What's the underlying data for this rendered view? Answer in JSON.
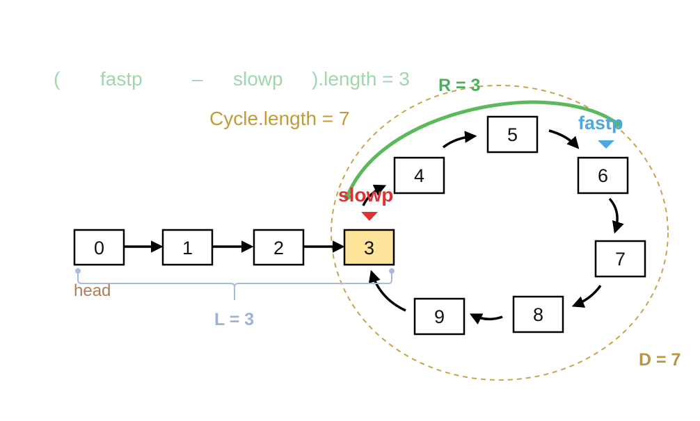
{
  "formula": {
    "open": "(",
    "fast": "fastp",
    "minus": "–",
    "slow": "slowp",
    "rest": ").length = 3",
    "color": "#9fd7ac"
  },
  "cycle_label": {
    "text": "Cycle.length = 7",
    "color": "#c39a3a"
  },
  "r_label": {
    "text": "R = 3",
    "color": "#4cae5c"
  },
  "fastp_label": {
    "text": "fastp",
    "color": "#4ea7df"
  },
  "slowp_label": {
    "text": "slowp",
    "color": "#e03131"
  },
  "head_label": {
    "text": "head",
    "color": "#b07d57"
  },
  "l_label": {
    "text": "L = 3",
    "color": "#9eb2d8"
  },
  "d_label": {
    "text": "D = 7",
    "color": "#b89445"
  },
  "nodes": [
    {
      "id": "n0",
      "label": "0"
    },
    {
      "id": "n1",
      "label": "1"
    },
    {
      "id": "n2",
      "label": "2"
    },
    {
      "id": "n3",
      "label": "3",
      "highlight": true
    },
    {
      "id": "n4",
      "label": "4"
    },
    {
      "id": "n5",
      "label": "5"
    },
    {
      "id": "n6",
      "label": "6"
    },
    {
      "id": "n7",
      "label": "7"
    },
    {
      "id": "n8",
      "label": "8"
    },
    {
      "id": "n9",
      "label": "9"
    }
  ],
  "colors": {
    "highlight_fill": "#fde49a",
    "cycle_circle": "#c9a24a",
    "arc": "#5cb85c",
    "brace": "#a9bbdd"
  }
}
